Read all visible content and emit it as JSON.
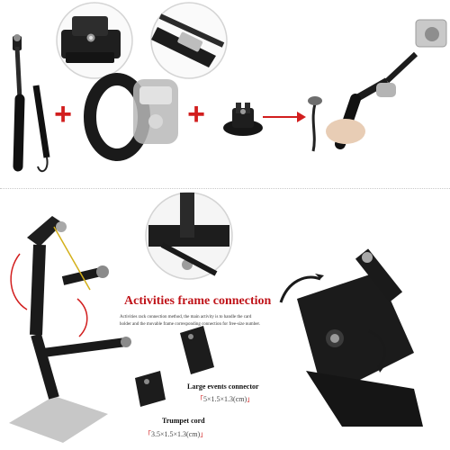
{
  "top_row": {
    "plus_sign": "+",
    "items": [
      "extendable-pole",
      "remote-wrist-strap",
      "tripod-mount-adapter",
      "assembled-hand-grip"
    ]
  },
  "bottom_row": {
    "title": "Activities frame connection",
    "description": "Activities rack connection method, the main activity is to handle the card holder and the movable frame corresponding connection for free-size number.",
    "large_connector": {
      "label": "Large events connector",
      "bracket_open": "「",
      "dimension": "5×1.5×1.3(cm)",
      "bracket_close": "」"
    },
    "trumpet_cord": {
      "label": "Trumpet cord",
      "bracket_open": "「",
      "dimension": "3.5×1.5×1.3(cm)",
      "bracket_close": "」"
    }
  },
  "colors": {
    "accent_red": "#d21e1e",
    "mount_black": "#1c1c1c",
    "divider": "#c8c8c8"
  }
}
